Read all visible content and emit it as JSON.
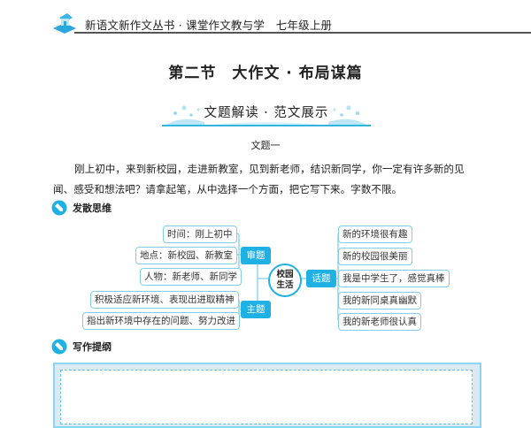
{
  "header": {
    "book_title": "新语文新作文丛书 · 课堂作文教与学　七年级上册",
    "logo_icon": "book-house-icon"
  },
  "section": {
    "title": "第二节　大作文 · 布局谋篇",
    "banner": "文题解读 · 范文展示",
    "subtitle": "文题一"
  },
  "prompt": {
    "text": "刚上初中，来到新校园，走进新教室，见到新老师，结识新同学，你一定有许多新的见闻、感受和想法吧？请拿起笔，从中选择一个方面，把它写下来。字数不限。"
  },
  "divergent": {
    "heading": "发散思维",
    "center": "校园生活",
    "center_line1": "校园",
    "center_line2": "生活",
    "left_groups": [
      {
        "tag": "审题",
        "items": [
          "时间：刚上初中",
          "地点：新校园、新教室",
          "人物：新老师、新同学"
        ]
      },
      {
        "tag": "主题",
        "items": [
          "积极适应新环境、表现出进取精神",
          "指出新环境中存在的问题、努力改进"
        ]
      }
    ],
    "right_group": {
      "tag": "话题",
      "items": [
        "新的环境很有趣",
        "新的校园很美丽",
        "我是中学生了，感觉真棒",
        "我的新同桌真幽默",
        "我的新老师很认真"
      ]
    }
  },
  "outline": {
    "heading": "写作提纲"
  },
  "colors": {
    "accent": "#1fb0e4",
    "box_border": "#7fcfea",
    "outline_bg": "#dbe9f3"
  }
}
